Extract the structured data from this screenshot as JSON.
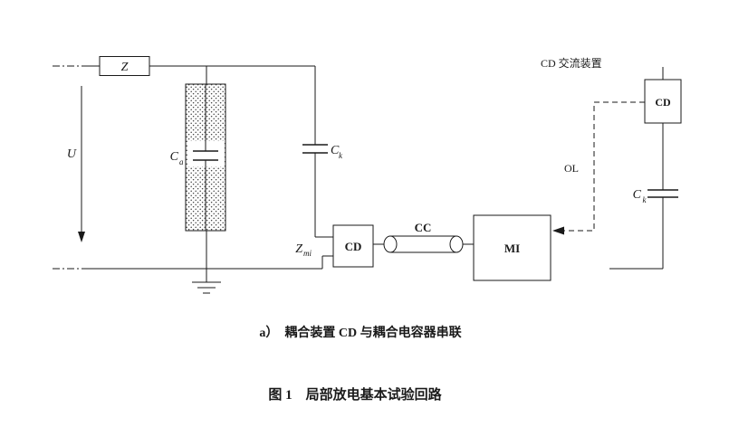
{
  "figure": {
    "labels": {
      "z": "Z",
      "u": "U",
      "ca_main": "C",
      "ca_sub": "a",
      "ck_left_main": "C",
      "ck_left_sub": "k",
      "zmi_main": "Z",
      "zmi_sub": "mi",
      "cd": "CD",
      "cc": "CC",
      "mi": "MI",
      "ol": "OL",
      "calibration_device": "CD 交流装置",
      "cd_right": "CD",
      "ck_right_main": "C",
      "ck_right_sub": "k"
    },
    "caption": "a）　耦合装置 CD 与耦合电容器串联",
    "title": "图 1　局部放电基本试验回路"
  }
}
